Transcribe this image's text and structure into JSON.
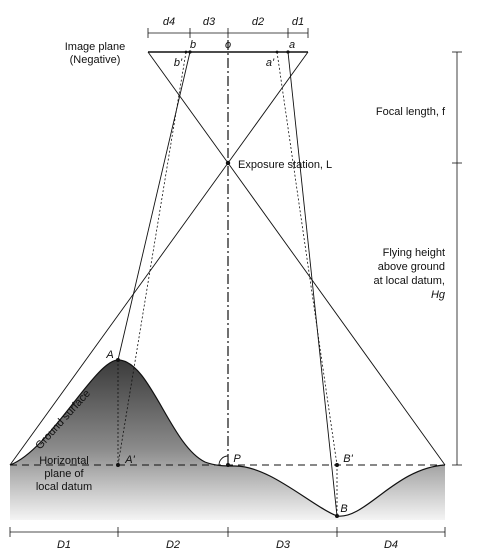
{
  "labels": {
    "d4": "d4",
    "d3": "d3",
    "d2": "d2",
    "d1": "d1",
    "b": "b",
    "o": "o",
    "a": "a",
    "b_prime": "b'",
    "a_prime": "a'",
    "image_plane": "Image plane",
    "negative": "(Negative)",
    "focal_length": "Focal length, f",
    "exposure_station": "Exposure station, L",
    "flying_height_1": "Flying height",
    "flying_height_2": "above ground",
    "flying_height_3": "at local datum,",
    "flying_height_4": "Hg",
    "ground_surface": "Ground surface",
    "horizontal_1": "Horizontal",
    "horizontal_2": "plane of",
    "horizontal_3": "local datum",
    "A": "A",
    "A_prime": "A'",
    "P": "P",
    "B": "B",
    "B_prime": "B'",
    "D1": "D1",
    "D2": "D2",
    "D3": "D3",
    "D4": "D4"
  },
  "colors": {
    "ink": "#111111",
    "terrain_dark": "#3d3d3d",
    "terrain_light": "#f2f2f2"
  }
}
